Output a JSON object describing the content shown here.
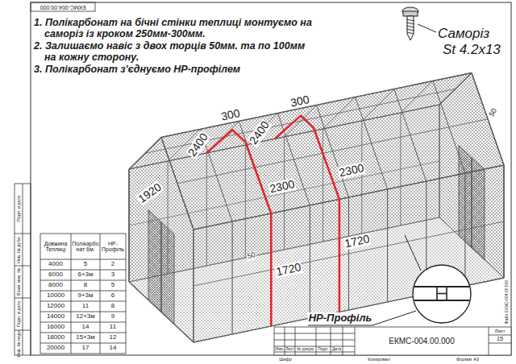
{
  "diagram": {
    "labels": [
      "1. Полікарбонат на бічні стінки теплиці монтуємо на саморіз із кроком 250мм-300мм.",
      "2. Залишаємо навіс з двох торців 50мм. та по 100мм на кожну сторону.",
      "3. Полікарбонат з'єднуємо НР-профілем",
      "Саморіз",
      "St 4.2x13",
      "2400",
      "2400",
      "300",
      "300",
      "1920",
      "2300",
      "2300",
      "1720",
      "1720",
      "50",
      "50",
      "НР-Профіль",
      "Довжина Теплиці",
      "Полікарбонат 6м.",
      "НР-Профіль",
      "4000",
      "5",
      "2",
      "6000",
      "6+3м",
      "3",
      "8000",
      "8",
      "5",
      "10000",
      "9+3м",
      "6",
      "12000",
      "11",
      "8",
      "14000",
      "12+3м",
      "9",
      "16000",
      "14",
      "11",
      "18000",
      "15+3м",
      "12",
      "20000",
      "17",
      "14",
      "ЕКМС-004.00.000",
      "Подп. и дата",
      "Инв. № дубл.",
      "Взам. инв. №",
      "Подп. и дата",
      "Инв. № подл.",
      "Изм.",
      "Лист",
      "№ докум.",
      "Подп.",
      "Дата",
      "ЕКМС-004.00.000",
      "Лист",
      "15",
      "Шифр",
      "Копировал",
      "Формат А3",
      "Файл ЕКМС-004.00.000"
    ]
  }
}
